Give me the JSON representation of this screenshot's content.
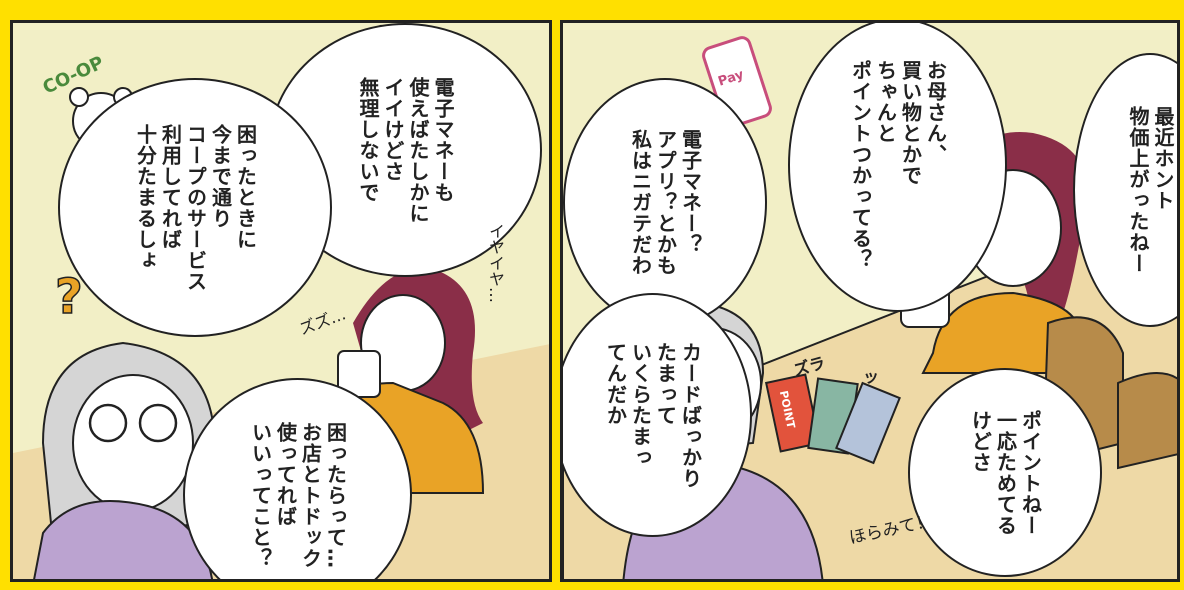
{
  "panel_left": {
    "bubbles": {
      "emoney": "電子マネーも\n使えばたしかに\nイイけどさ\n無理しないで",
      "coop": "困ったときに\n今まで通り\nコープのサービス\n利用してれば\n十分たまるしょ",
      "komattara": "困ったらって…\nお店とトドック\n使ってれば\nいいってこと？"
    },
    "sfx": {
      "iya": "イヤイヤ…",
      "zuzu": "ズズ…",
      "question": "?"
    },
    "mascot_label": "CO-OP"
  },
  "panel_right": {
    "bubbles": {
      "bukka": "最近ホント\n物価上がったねー",
      "okaasan": "お母さん、\n買い物とかで\nちゃんと\nポイントつかってる？",
      "app": "電子マネー？\nアプリ？とかも\n私はニガテだわ",
      "card": "カードばっかり\nたまって\nいくらたまっ\nてんだか",
      "point": "ポイントねー\n一応ためてる\nけどさ"
    },
    "sfx": {
      "zura": "ズラ",
      "tsu": "ッ",
      "horamite": "ほらみて！",
      "pay": "Pay",
      "card_point": "POINT"
    }
  },
  "colors": {
    "frame_yellow": "#FFE000",
    "cream_wall": "#F2EFC6",
    "table": "#EED9A6",
    "sweater_orange": "#E9A326",
    "sweater_purple": "#BBA3D0",
    "hair_maroon": "#8A2E48",
    "hair_gray": "#D5D5D5"
  }
}
